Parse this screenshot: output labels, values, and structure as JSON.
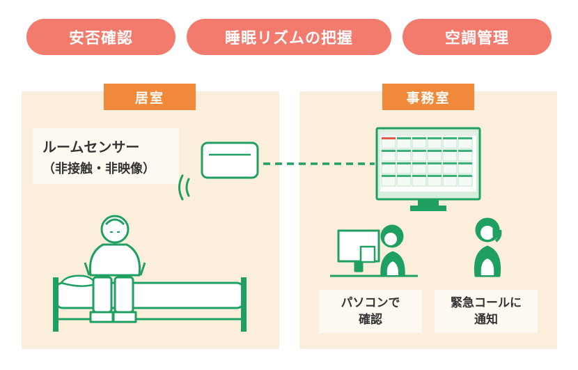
{
  "features": [
    "安否確認",
    "睡眠リズムの把握",
    "空調管理"
  ],
  "room": {
    "title": "居室",
    "sensor_name": "ルームセンサー",
    "sensor_note": "（非接触・非映像）"
  },
  "office": {
    "title": "事務室",
    "pc_label_1": "パソコンで",
    "pc_label_2": "確認",
    "call_label_1": "緊急コールに",
    "call_label_2": "通知"
  },
  "colors": {
    "pill": "#f27b6e",
    "tag": "#f08a3a",
    "panel": "#fbefdc",
    "line_green": "#1f9f62",
    "fill_green": "#b9dfb2"
  }
}
